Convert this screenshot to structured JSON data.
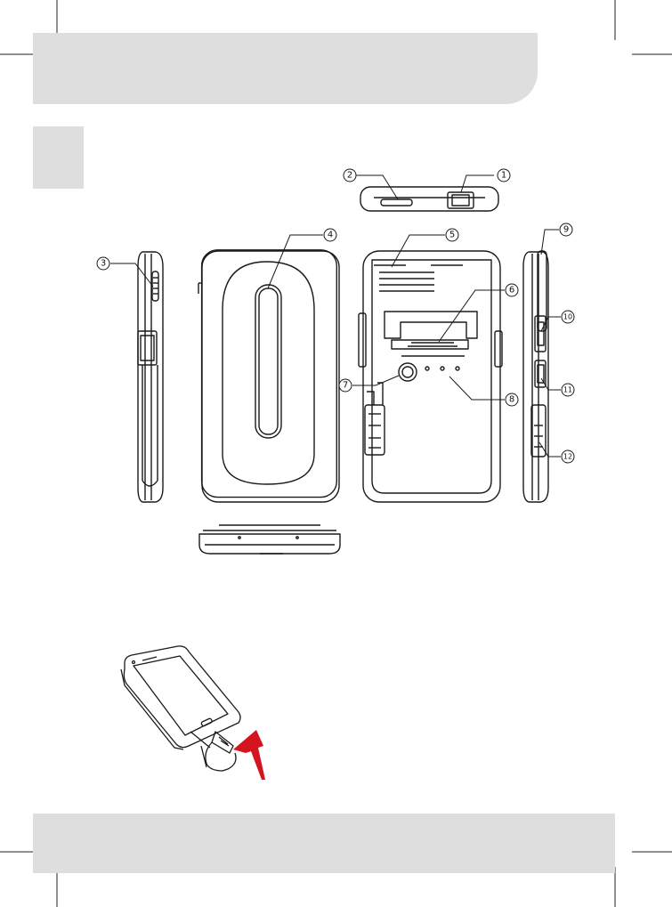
{
  "page": {
    "header_bar_color": "#dedede",
    "section_tab_color": "#dedede",
    "footer_bar_color": "#dedede",
    "line_color": "#1a1a1a",
    "arrow_color": "#d4141e"
  },
  "callouts": [
    {
      "id": "1",
      "label": "①"
    },
    {
      "id": "2",
      "label": "②"
    },
    {
      "id": "3",
      "label": "③"
    },
    {
      "id": "4",
      "label": "④"
    },
    {
      "id": "5",
      "label": "⑤"
    },
    {
      "id": "6",
      "label": "⑥"
    },
    {
      "id": "7",
      "label": "⑦"
    },
    {
      "id": "8",
      "label": "⑧"
    },
    {
      "id": "9",
      "label": "⑨"
    },
    {
      "id": "10",
      "label": "⑩"
    },
    {
      "id": "11",
      "label": "⑪"
    },
    {
      "id": "12",
      "label": "⑫"
    }
  ]
}
